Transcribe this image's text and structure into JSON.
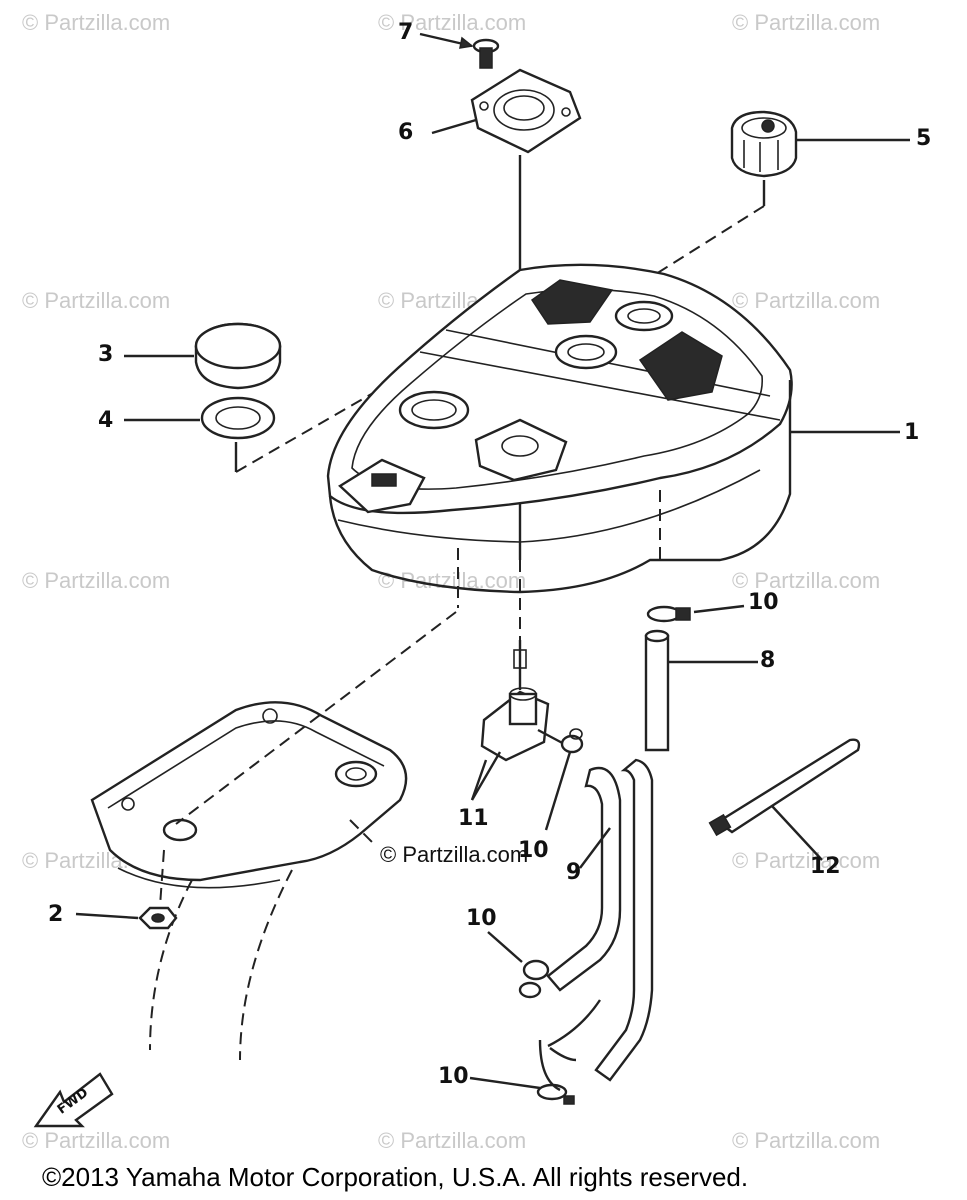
{
  "watermark": "© Partzilla.com",
  "center_watermark": "© Partzilla.com",
  "copyright": "©2013  Yamaha Motor Corporation, U.S.A. All rights reserved.",
  "fwd_label": "FWD",
  "callouts": {
    "c1": "1",
    "c2": "2",
    "c3": "3",
    "c4": "4",
    "c5": "5",
    "c6": "6",
    "c7": "7",
    "c8": "8",
    "c9": "9",
    "c10a": "10",
    "c10b": "10",
    "c10c": "10",
    "c10d": "10",
    "c11": "11",
    "c12": "12"
  }
}
